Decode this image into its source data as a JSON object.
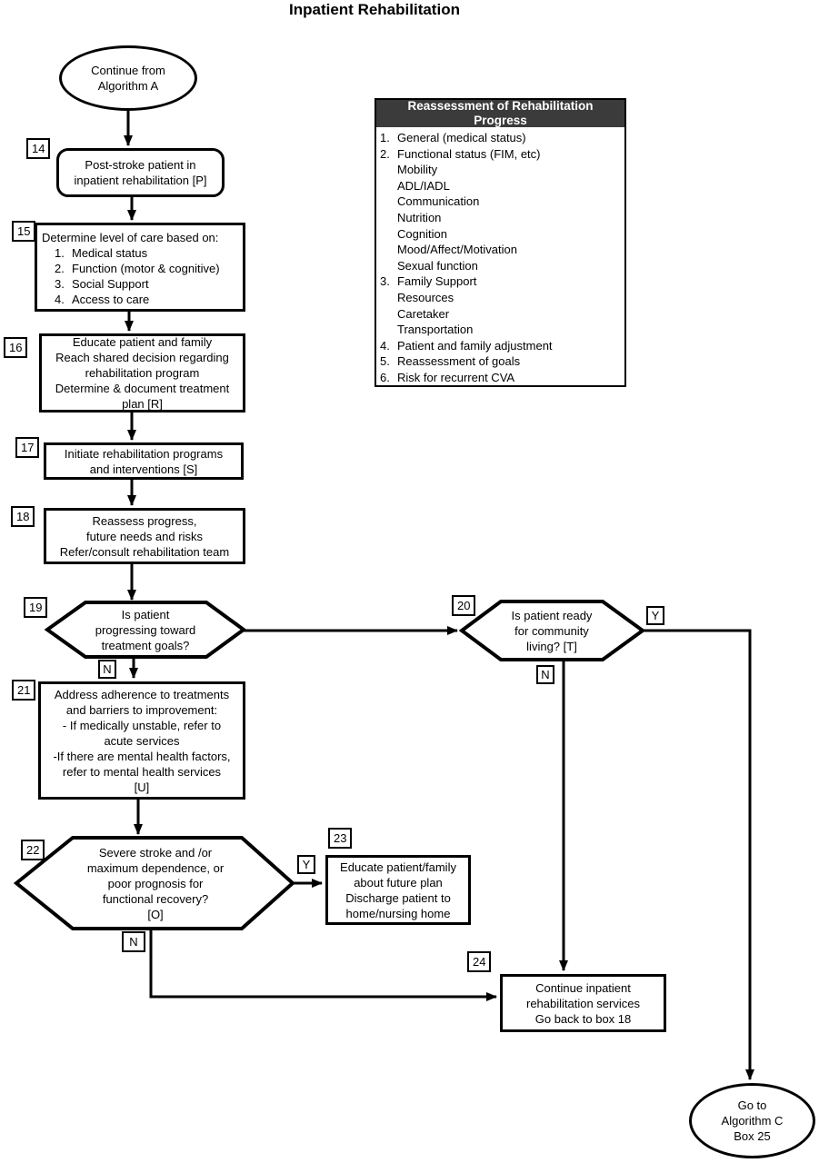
{
  "title": "Inpatient Rehabilitation",
  "colors": {
    "line": "#000000",
    "background": "#ffffff",
    "panel_header_bg": "#3b3b3b",
    "panel_header_text": "#ffffff"
  },
  "start": {
    "text": "Continue from\nAlgorithm A"
  },
  "end": {
    "text": "Go to\nAlgorithm C\nBox 25"
  },
  "panel": {
    "header": "Reassessment of Rehabilitation\nProgress",
    "items": [
      {
        "num": "1.",
        "text": "General (medical status)"
      },
      {
        "num": "2.",
        "text": "Functional status (FIM, etc)"
      },
      {
        "num": "",
        "text": "Mobility"
      },
      {
        "num": "",
        "text": "ADL/IADL"
      },
      {
        "num": "",
        "text": "Communication"
      },
      {
        "num": "",
        "text": "Nutrition"
      },
      {
        "num": "",
        "text": "Cognition"
      },
      {
        "num": "",
        "text": "Mood/Affect/Motivation"
      },
      {
        "num": "",
        "text": "Sexual function"
      },
      {
        "num": "3.",
        "text": "Family Support"
      },
      {
        "num": "",
        "text": "Resources"
      },
      {
        "num": "",
        "text": "Caretaker"
      },
      {
        "num": "",
        "text": "Transportation"
      },
      {
        "num": "4.",
        "text": "Patient and family adjustment"
      },
      {
        "num": "5.",
        "text": "Reassessment of goals"
      },
      {
        "num": "6.",
        "text": "Risk for recurrent CVA"
      }
    ]
  },
  "nodes": {
    "n14": {
      "label": "14",
      "text": "Post-stroke patient in\ninpatient rehabilitation [P]"
    },
    "n15": {
      "label": "15",
      "heading": "Determine level of care based on:",
      "items": [
        {
          "num": "1.",
          "text": "Medical status"
        },
        {
          "num": "2.",
          "text": "Function (motor & cognitive)"
        },
        {
          "num": "3.",
          "text": "Social Support"
        },
        {
          "num": "4.",
          "text": "Access to care"
        }
      ]
    },
    "n16": {
      "label": "16",
      "text": "Educate patient and family\nReach shared decision regarding\nrehabilitation program\nDetermine & document treatment\nplan [R]"
    },
    "n17": {
      "label": "17",
      "text": "Initiate rehabilitation programs\nand interventions [S]"
    },
    "n18": {
      "label": "18",
      "text": "Reassess progress,\nfuture needs and risks\nRefer/consult rehabilitation team"
    },
    "n19": {
      "label": "19",
      "text": "Is patient\nprogressing toward\ntreatment goals?",
      "no": "N"
    },
    "n20": {
      "label": "20",
      "text": "Is patient ready\nfor community\nliving? [T]",
      "yes": "Y",
      "no": "N"
    },
    "n21": {
      "label": "21",
      "text": "Address adherence to treatments\nand barriers to improvement:\n- If medically unstable, refer to\nacute services\n-If there are mental health factors,\nrefer to mental health services\n[U]"
    },
    "n22": {
      "label": "22",
      "text": "Severe stroke and /or\nmaximum dependence, or\npoor prognosis for\nfunctional recovery?\n[O]",
      "yes": "Y",
      "no": "N"
    },
    "n23": {
      "label": "23",
      "text": "Educate patient/family\nabout future plan\nDischarge patient to\nhome/nursing home"
    },
    "n24": {
      "label": "24",
      "text": "Continue inpatient\nrehabilitation services\nGo back to box 18"
    }
  }
}
